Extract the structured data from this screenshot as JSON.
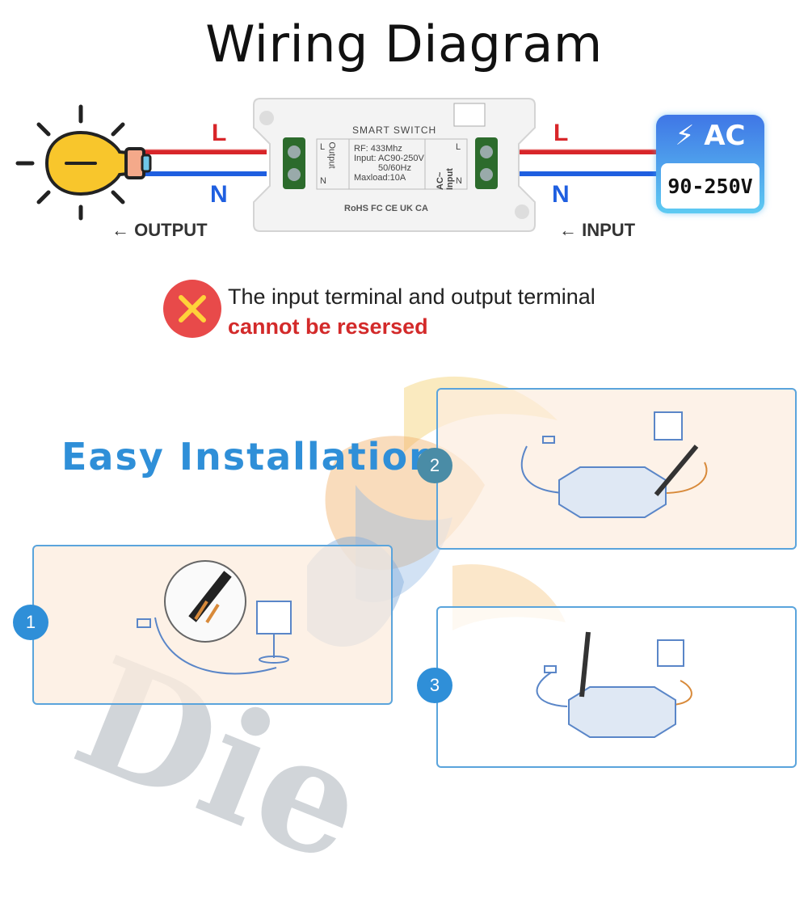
{
  "title": "Wiring Diagram",
  "wiring": {
    "left_L": "L",
    "left_N": "N",
    "right_L": "L",
    "right_N": "N",
    "output_label": "OUTPUT",
    "input_label": "INPUT",
    "live_color": "#d8262a",
    "neutral_color": "#1f5fe0"
  },
  "switch": {
    "name": "SMART SWITCH",
    "rf": "RF: 433Mhz",
    "input": "Input: AC90-250V",
    "freq": "50/60Hz",
    "maxload": "Maxload:10A",
    "output_side": "Output",
    "input_side": "AC~ Input",
    "term_L": "L",
    "term_N": "N",
    "certs": "RoHS  FC  CE  UK CA"
  },
  "ac": {
    "label": "AC",
    "range": "90-250V"
  },
  "warning": {
    "line1": "The input terminal and output terminal",
    "line2": "cannot be resersed"
  },
  "install": {
    "heading": "Easy Installation",
    "steps": [
      "1",
      "2",
      "3"
    ]
  },
  "watermark": "Die"
}
